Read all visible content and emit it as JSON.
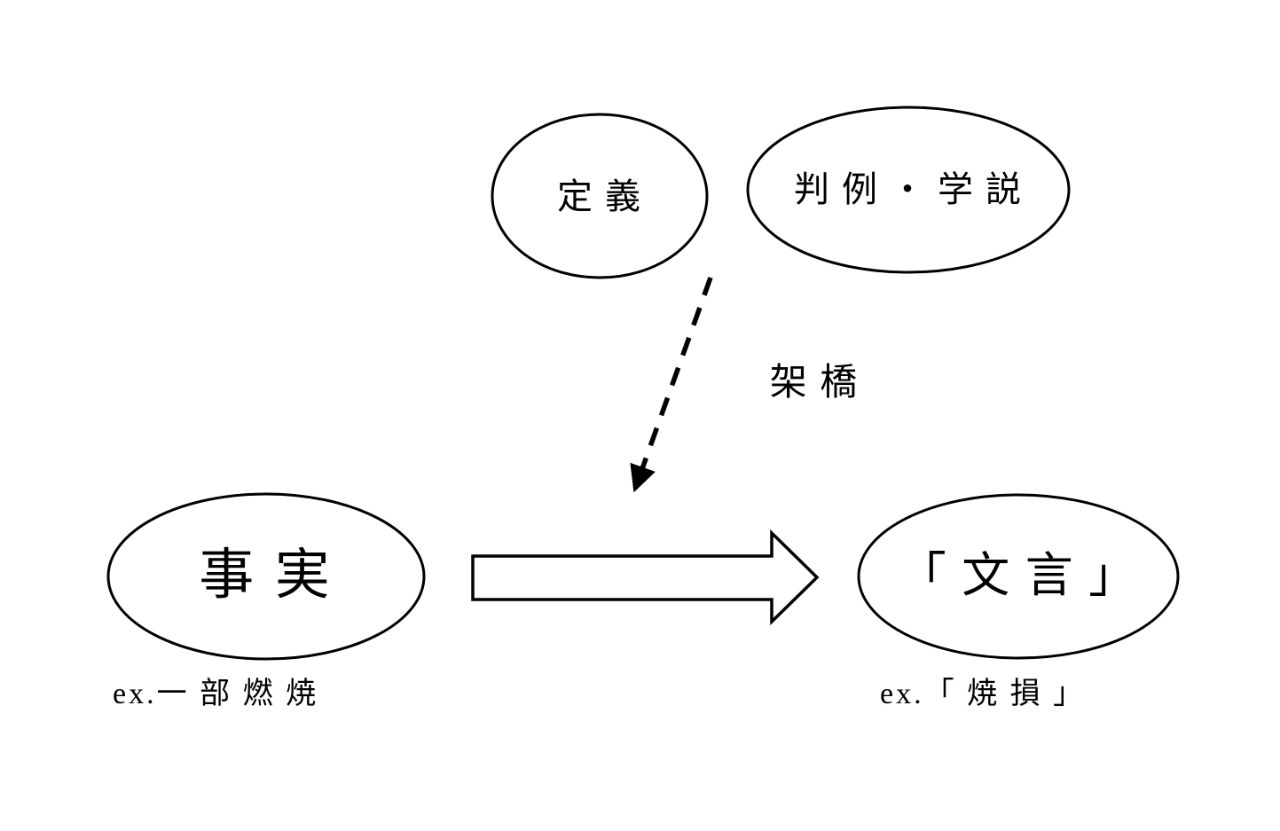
{
  "diagram": {
    "title": "fact-to-wording bridging diagram",
    "top": {
      "definition_label": "定 義",
      "precedent_label": "判 例 ・ 学 説"
    },
    "bridge_label": "架 橋",
    "bottom": {
      "fact_label": "事 実",
      "fact_example": "ex.一 部 燃 焼",
      "wording_label": "「 文 言 」",
      "wording_example": "ex.「 焼 損 」"
    },
    "colors": {
      "line": "#000000",
      "background": "#ffffff"
    }
  }
}
